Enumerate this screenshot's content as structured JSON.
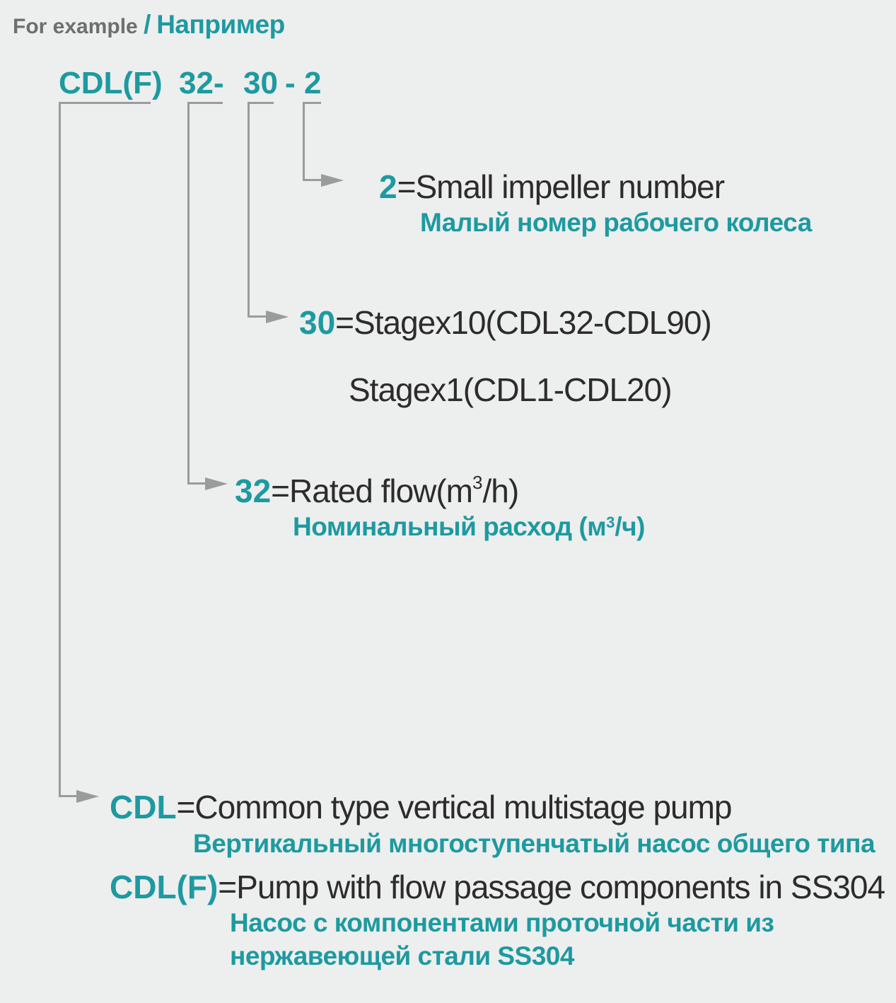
{
  "header": {
    "example_en": "For example",
    "separator": "/",
    "example_ru": "Например"
  },
  "model_code": {
    "series": "CDL(F)",
    "flow": "32-",
    "stages": "30",
    "dash": "-",
    "impellers": "2"
  },
  "annotations": {
    "impeller": {
      "value": "2",
      "en": "=Small impeller number",
      "ru": "Малый номер рабочего колеса"
    },
    "stage": {
      "value": "30",
      "en": "=Stagex10(CDL32-CDL90)",
      "en_line2": "Stagex1(CDL1-CDL20)"
    },
    "flow": {
      "value": "32",
      "en_pre": "=Rated flow(m",
      "en_sup": "3",
      "en_post": "/h)",
      "ru_pre": "Номинальный расход (м",
      "ru_sup": "3",
      "ru_post": "/ч)"
    },
    "cdl": {
      "value": "CDL",
      "en": "=Common type vertical multistage pump",
      "ru": "Вертикальный многоступенчатый насос общего типа"
    },
    "cdlf": {
      "value": "CDL(F)",
      "en": "=Pump with flow passage components in SS304",
      "ru_line1": "Насос с компонентами проточной части из",
      "ru_line2": "нержавеющей стали SS304"
    }
  },
  "colors": {
    "teal": "#1d9aa0",
    "text_dark": "#2d2b2b",
    "header_gray": "#6f6e6e",
    "line_gray": "#9b9b9b",
    "background": "#edeeee"
  }
}
